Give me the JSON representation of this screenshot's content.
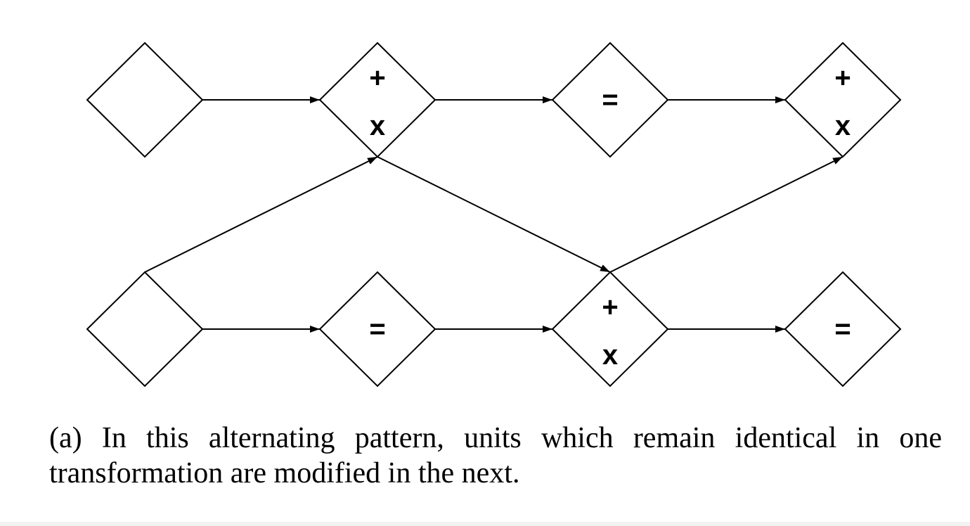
{
  "diagram": {
    "nodes": [
      {
        "id": "top-1",
        "row": "top",
        "col": 1,
        "labels": []
      },
      {
        "id": "top-2",
        "row": "top",
        "col": 2,
        "labels": [
          "+",
          "x"
        ]
      },
      {
        "id": "top-3",
        "row": "top",
        "col": 3,
        "labels": [
          "="
        ]
      },
      {
        "id": "top-4",
        "row": "top",
        "col": 4,
        "labels": [
          "+",
          "x"
        ]
      },
      {
        "id": "bottom-1",
        "row": "bottom",
        "col": 1,
        "labels": []
      },
      {
        "id": "bottom-2",
        "row": "bottom",
        "col": 2,
        "labels": [
          "="
        ]
      },
      {
        "id": "bottom-3",
        "row": "bottom",
        "col": 3,
        "labels": [
          "+",
          "x"
        ]
      },
      {
        "id": "bottom-4",
        "row": "bottom",
        "col": 4,
        "labels": [
          "="
        ]
      }
    ],
    "edges": [
      {
        "from": "top-1",
        "to": "top-2"
      },
      {
        "from": "top-2",
        "to": "top-3"
      },
      {
        "from": "top-3",
        "to": "top-4"
      },
      {
        "from": "bottom-1",
        "to": "bottom-2"
      },
      {
        "from": "bottom-2",
        "to": "bottom-3"
      },
      {
        "from": "bottom-3",
        "to": "bottom-4"
      },
      {
        "from": "bottom-1",
        "to": "top-2"
      },
      {
        "from": "top-2",
        "to": "bottom-3"
      },
      {
        "from": "bottom-3",
        "to": "top-4"
      }
    ],
    "colors": {
      "stroke": "#000000",
      "background": "#ffffff"
    }
  },
  "caption": {
    "text": "(a) In this alternating pattern, units which remain identical in one transformation are modified in the next."
  }
}
